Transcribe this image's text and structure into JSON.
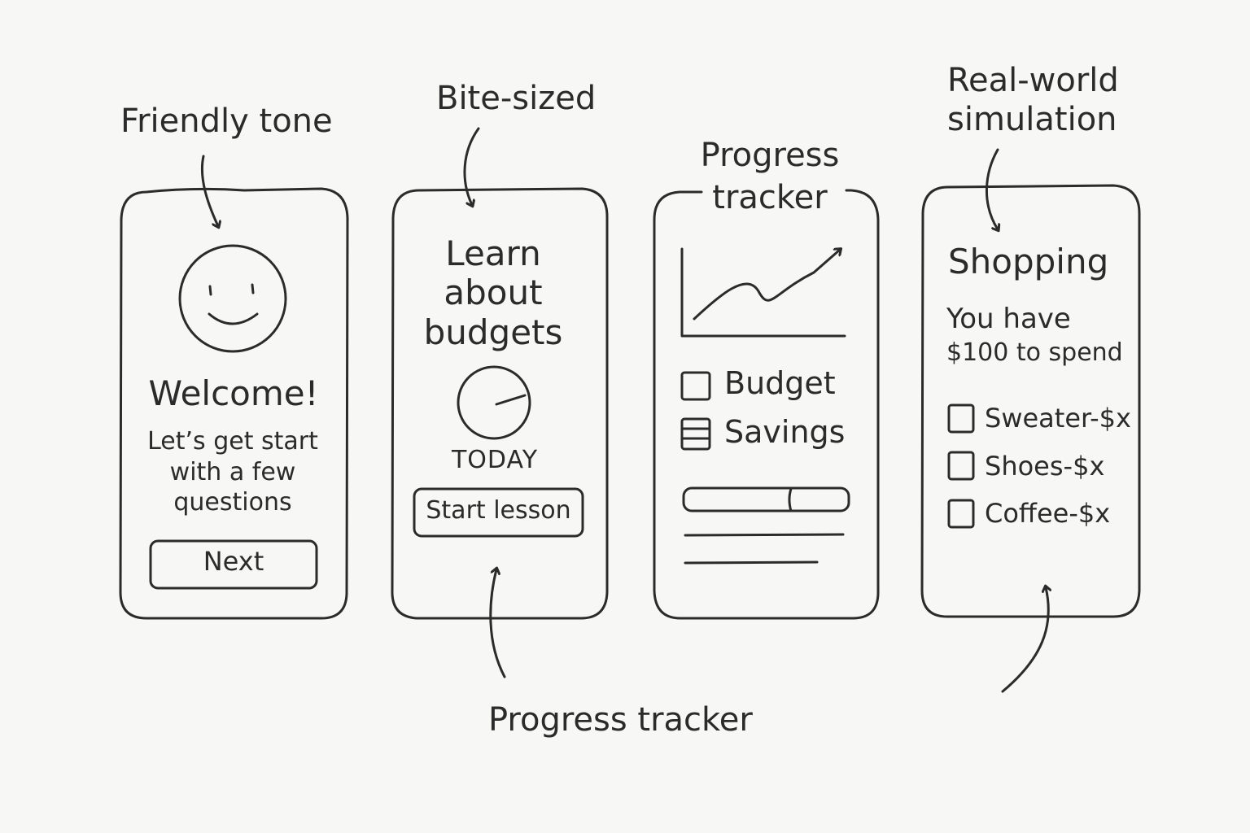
{
  "annotations": {
    "friendly_tone": "Friendly tone",
    "bite_sized": "Bite-sized",
    "progress_tracker_top": [
      "Progress",
      "tracker"
    ],
    "real_world": [
      "Real-world",
      "simulation"
    ],
    "progress_tracker_bottom": "Progress tracker"
  },
  "screen1": {
    "icon": "smiley-face-icon",
    "title": "Welcome!",
    "body": [
      "Let’s get start",
      "with a few",
      "questions"
    ],
    "button": "Next"
  },
  "screen2": {
    "title": [
      "Learn",
      "about",
      "budgets"
    ],
    "icon": "clock-icon",
    "label": "TODAY",
    "button": "Start lesson"
  },
  "screen3": {
    "icon": "line-chart-icon",
    "items": [
      {
        "label": "Budget",
        "icon": "checkbox-empty-icon"
      },
      {
        "label": "Savings",
        "icon": "list-box-icon"
      }
    ],
    "progress": 0.65
  },
  "screen4": {
    "title": "Shopping",
    "subtitle": [
      "You have",
      "$100 to spend"
    ],
    "items": [
      "Sweater-$x",
      "Shoes-$x",
      "Coffee-$x"
    ]
  },
  "colors": {
    "ink": "#2b2b2b",
    "paper": "#f7f7f5"
  }
}
